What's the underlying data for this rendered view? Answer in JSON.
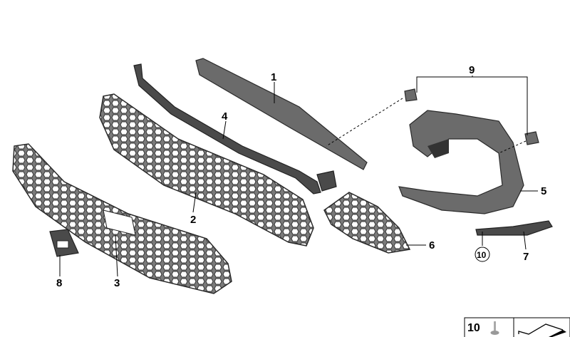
{
  "callouts": [
    {
      "id": "1",
      "text": "1"
    },
    {
      "id": "2",
      "text": "2"
    },
    {
      "id": "3",
      "text": "3"
    },
    {
      "id": "4",
      "text": "4"
    },
    {
      "id": "5",
      "text": "5"
    },
    {
      "id": "6",
      "text": "6"
    },
    {
      "id": "7",
      "text": "7"
    },
    {
      "id": "8",
      "text": "8"
    },
    {
      "id": "9",
      "text": "9"
    },
    {
      "id": "10",
      "text": "10"
    }
  ],
  "legend": {
    "part_number": "10"
  },
  "colors": {
    "part_grey": "#6b6b6b",
    "outline": "#2a2a2a",
    "label": "#000000"
  }
}
